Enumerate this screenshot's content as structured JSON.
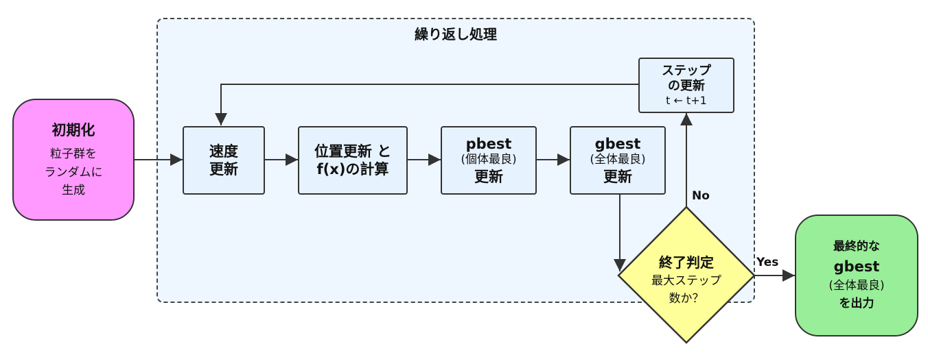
{
  "loop": {
    "title": "繰り返し処理"
  },
  "init": {
    "title": "初期化",
    "desc": [
      "粒子群を",
      "ランダムに",
      "生成"
    ]
  },
  "velocity": {
    "lines": [
      "速度",
      "更新"
    ]
  },
  "position": {
    "lines": [
      "位置更新 と",
      "f(x)の計算"
    ]
  },
  "pbest": {
    "title": "pbest",
    "sub": "(個体最良)",
    "action": "更新"
  },
  "gbest": {
    "title": "gbest",
    "sub": "(全体最良)",
    "action": "更新"
  },
  "step": {
    "lines": [
      "ステップ",
      "の更新"
    ],
    "formula": "t ← t+1"
  },
  "decision": {
    "title": "終了判定",
    "desc": [
      "最大ステップ",
      "数か？"
    ]
  },
  "edges": {
    "no": "No",
    "yes": "Yes"
  },
  "output": {
    "line1": "最終的な",
    "line2": "gbest",
    "line3": "(全体最良)",
    "line4": "を出力"
  },
  "colors": {
    "init_fill": "#ff99ff",
    "output_fill": "#99ee99",
    "decision_fill": "#ffff99",
    "box_fill": "#e6f2fd",
    "loop_fill": "#eef6ff",
    "stroke": "#333333"
  }
}
